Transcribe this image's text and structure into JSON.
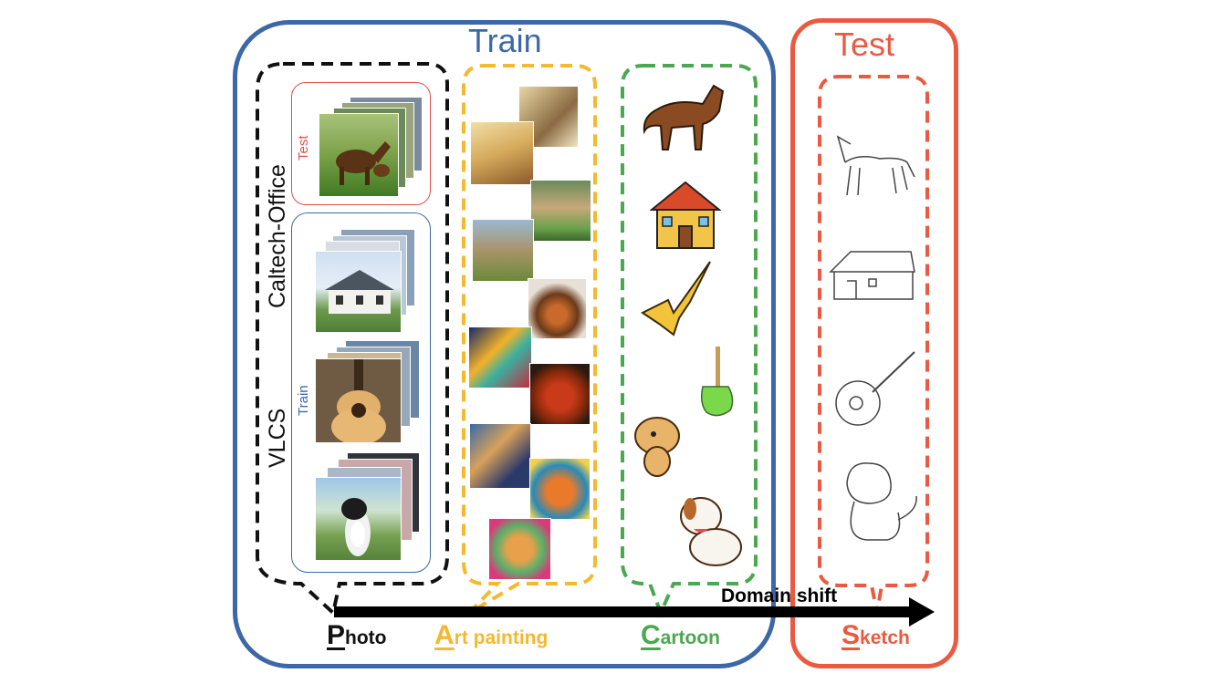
{
  "train": {
    "title": "Train",
    "color": "#3d68a8",
    "photo_group": {
      "vertical_labels": [
        "Caltech-Office",
        "VLCS"
      ],
      "test_label": "Test",
      "train_label": "Train",
      "test_color": "#e0524a",
      "train_color": "#3d68a8"
    }
  },
  "test": {
    "title": "Test",
    "color": "#ea5a40"
  },
  "axis": {
    "label": "Domain shift"
  },
  "domains": [
    {
      "initial": "P",
      "rest": "hoto",
      "color": "#111111",
      "icon": "photo-domain"
    },
    {
      "initial": "A",
      "rest": "rt painting",
      "color": "#f5b82e",
      "icon": "art-painting-domain"
    },
    {
      "initial": "C",
      "rest": "artoon",
      "color": "#4aa84e",
      "icon": "cartoon-domain"
    },
    {
      "initial": "S",
      "rest": "ketch",
      "color": "#ea5a40",
      "icon": "sketch-domain"
    }
  ],
  "classes": [
    "horse-icon",
    "house-icon",
    "guitar-icon",
    "dog-icon"
  ]
}
